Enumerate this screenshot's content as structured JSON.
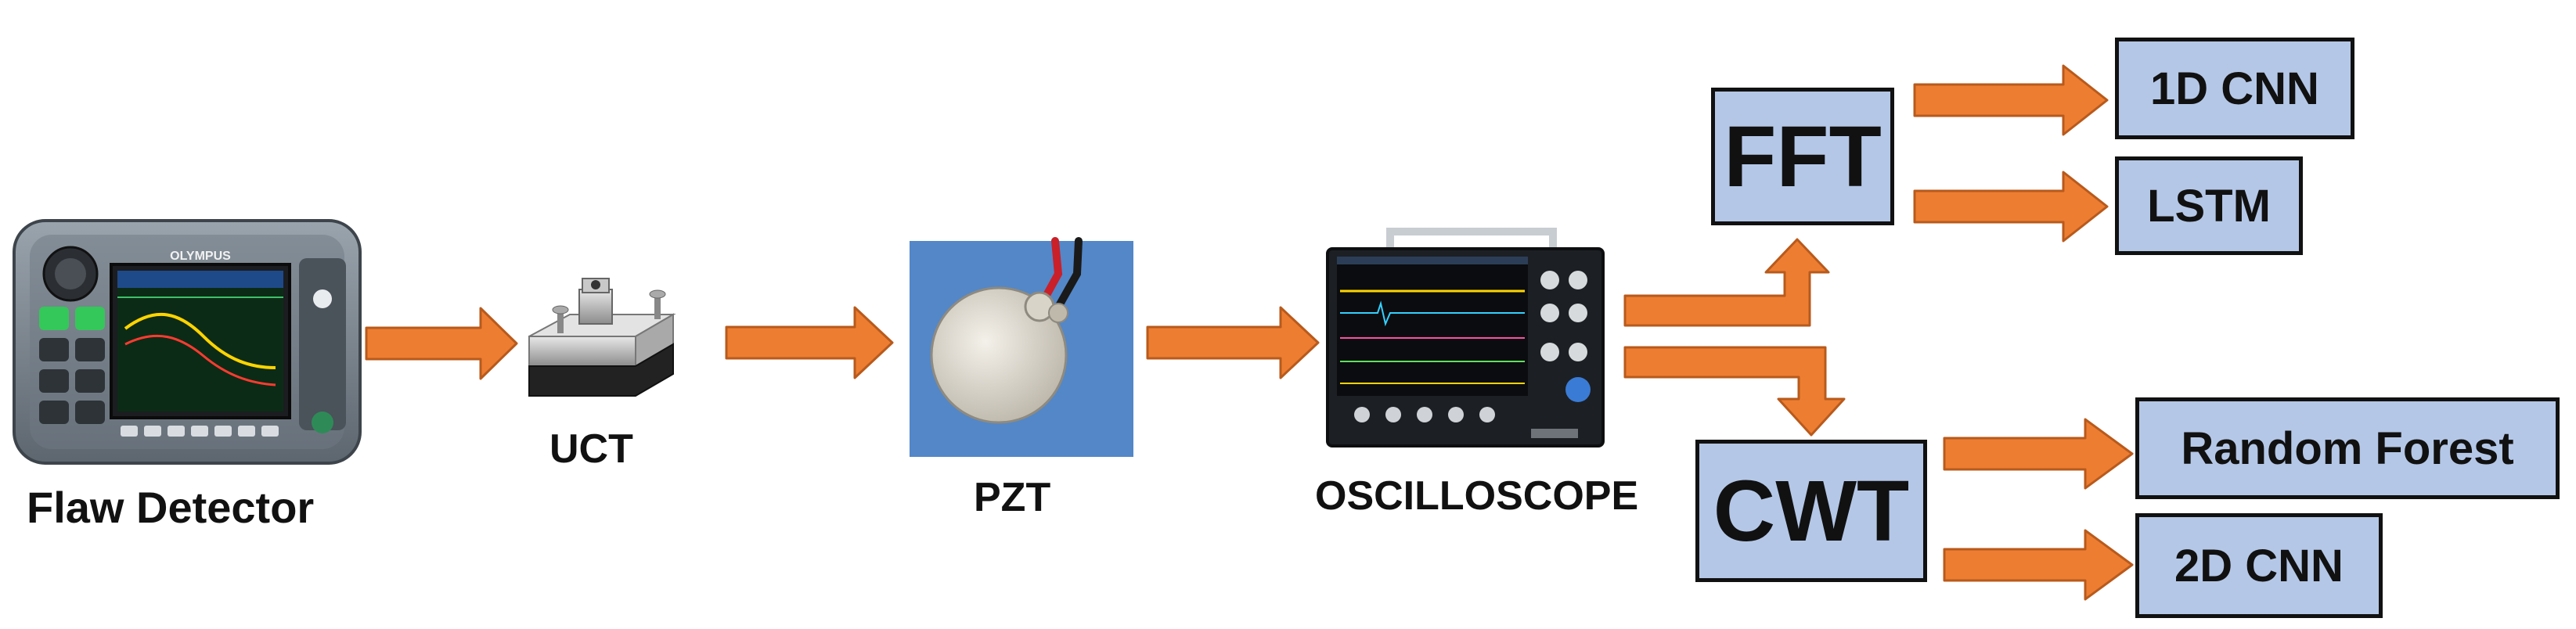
{
  "colors": {
    "arrow_fill": "#ed7d31",
    "arrow_stroke": "#b85a1c",
    "box_fill": "#b4c7e7",
    "box_border": "#111111"
  },
  "devices": {
    "flaw_detector": {
      "label": "Flaw Detector",
      "brand": "OLYMPUS"
    },
    "uct": {
      "label": "UCT"
    },
    "pzt": {
      "label": "PZT"
    },
    "oscilloscope": {
      "label": "OSCILLOSCOPE"
    }
  },
  "transforms": {
    "fft": "FFT",
    "cwt": "CWT"
  },
  "models": {
    "cnn_1d": "1D CNN",
    "lstm": "LSTM",
    "random_forest": "Random Forest",
    "cnn_2d": "2D CNN"
  }
}
